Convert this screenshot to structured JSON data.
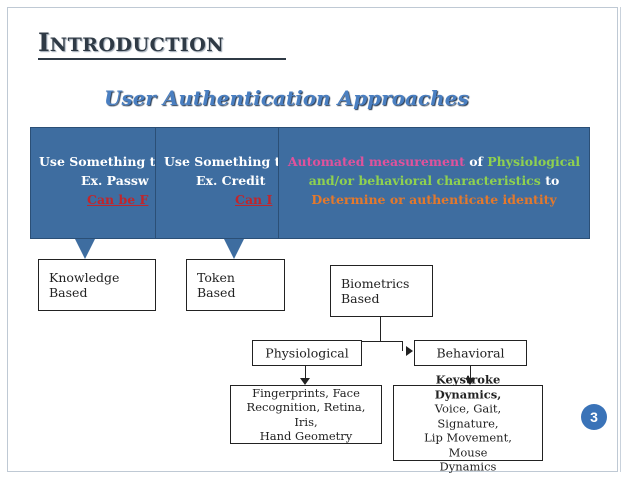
{
  "slide": {
    "title": "INTRODUCTION",
    "title_initial": "I",
    "title_rest": "NTRODUCTION",
    "subtitle": "User Authentication Approaches",
    "page_number": "3"
  },
  "callouts": [
    {
      "line1": "Use Something t",
      "line2": "Ex. Passw",
      "line3": "Can be F"
    },
    {
      "line1": "Use Something t",
      "line2": "Ex. Credit",
      "line3": "Can I"
    },
    {
      "line1_a": "Automated measurement",
      "line1_b": " of ",
      "line1_c": "Physiological",
      "line2_a": "and/or behavioral characteristics",
      "line2_b": " to",
      "line3": "Determine or authenticate identity"
    }
  ],
  "diagram": {
    "knowledge": "Knowledge Based",
    "knowledge_l1": "Knowledge",
    "knowledge_l2": "Based",
    "token_l1": "Token",
    "token_l2": "Based",
    "biometrics_l1": "Biometrics",
    "biometrics_l2": "Based",
    "physiological": "Physiological",
    "behavioral": "Behavioral",
    "phys_l1": "Fingerprints, Face",
    "phys_l2": "Recognition, Retina, Iris,",
    "phys_l3": "Hand Geometry",
    "beh_l1": "Keystroke Dynamics,",
    "beh_l2": "Voice, Gait, Signature,",
    "beh_l3": "Lip Movement, Mouse",
    "beh_l4": "Dynamics"
  },
  "colors": {
    "callout_bg": "#3e6da0",
    "subtitle": "#4a7fc1",
    "warning_red": "#c0262c",
    "highlight_pink": "#e0529c",
    "highlight_green": "#8fd14f",
    "highlight_orange": "#e4792c",
    "page_badge": "#3a73b8"
  }
}
